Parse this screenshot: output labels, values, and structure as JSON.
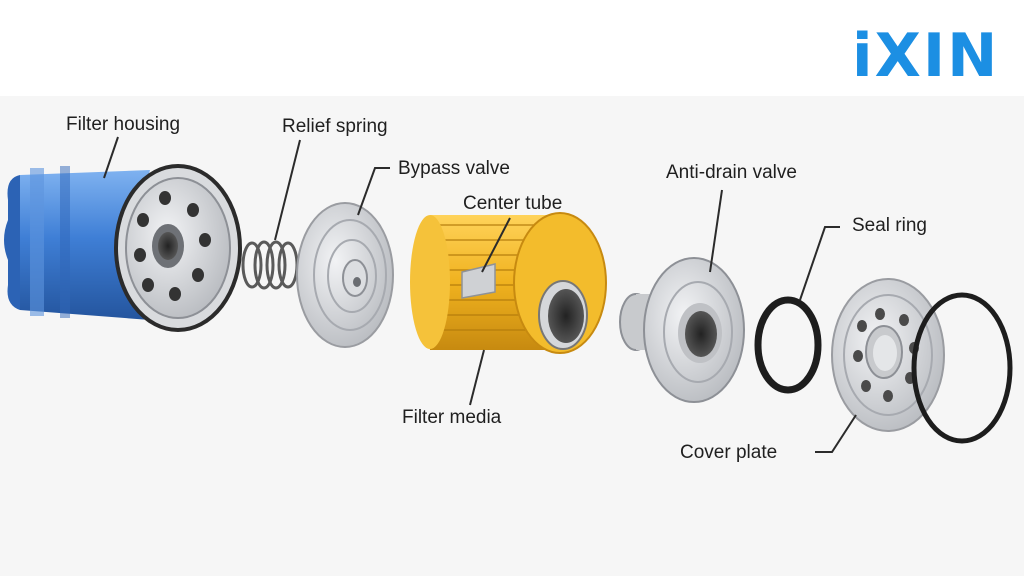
{
  "brand": {
    "logo_text": "iXIN",
    "color": "#1c8fe3"
  },
  "labels": {
    "filter_housing": "Filter housing",
    "relief_spring": "Relief spring",
    "bypass_valve": "Bypass valve",
    "center_tube": "Center tube",
    "filter_media": "Filter media",
    "anti_drain_valve": "Anti-drain valve",
    "seal_ring": "Seal ring",
    "cover_plate": "Cover plate"
  },
  "colors": {
    "housing_blue": "#3f7fd6",
    "media_yellow": "#f0b21f",
    "metal_grey": "#c9cbcf",
    "ring_dark": "#1d1d1d"
  }
}
